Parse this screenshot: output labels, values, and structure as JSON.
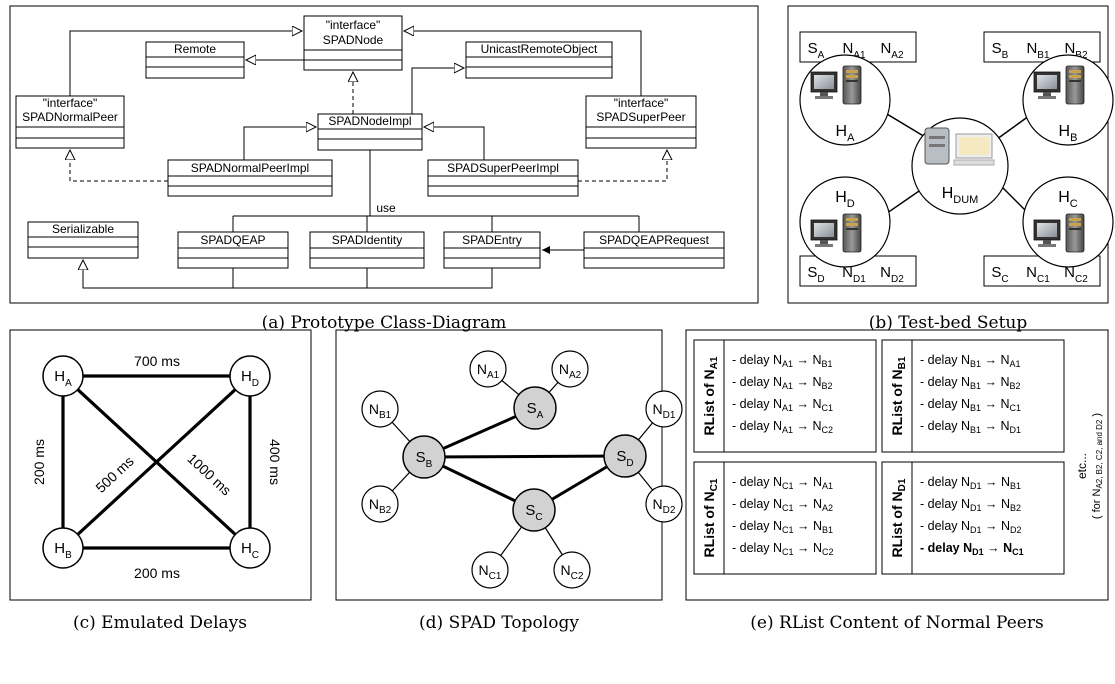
{
  "captions": {
    "a": "(a) Prototype Class-Diagram",
    "b": "(b) Test-bed Setup",
    "c": "(c) Emulated Delays",
    "d": "(d) SPAD Topology",
    "e": "(e) RList Content of Normal Peers"
  },
  "class_diagram": {
    "interface_stereo": "\"interface\"",
    "spadnode": "SPADNode",
    "remote": "Remote",
    "unicast": "UnicastRemoteObject",
    "normalpeer": "SPADNormalPeer",
    "superpeer": "SPADSuperPeer",
    "nodeimpl": "SPADNodeImpl",
    "normalpeerimpl": "SPADNormalPeerImpl",
    "superpeerimpl": "SPADSuperPeerImpl",
    "use": "use",
    "serializable": "Serializable",
    "qeap": "SPADQEAP",
    "identity": "SPADIdentity",
    "entry": "SPADEntry",
    "qeaprequest": "SPADQEAPRequest"
  },
  "testbed": {
    "hosts": [
      {
        "host": "A",
        "peers": [
          [
            "S",
            "A"
          ],
          [
            "N",
            "A1"
          ],
          [
            "N",
            "A2"
          ]
        ]
      },
      {
        "host": "B",
        "peers": [
          [
            "S",
            "B"
          ],
          [
            "N",
            "B1"
          ],
          [
            "N",
            "B2"
          ]
        ]
      },
      {
        "host": "D",
        "peers": [
          [
            "S",
            "D"
          ],
          [
            "N",
            "D1"
          ],
          [
            "N",
            "D2"
          ]
        ]
      },
      {
        "host": "C",
        "peers": [
          [
            "S",
            "C"
          ],
          [
            "N",
            "C1"
          ],
          [
            "N",
            "C2"
          ]
        ]
      }
    ],
    "center": "DUM",
    "h": "H"
  },
  "delays": {
    "nodes": [
      "A",
      "D",
      "B",
      "C"
    ],
    "edges": [
      {
        "from": "A",
        "to": "D",
        "label": "700 ms"
      },
      {
        "from": "A",
        "to": "B",
        "label": "200 ms"
      },
      {
        "from": "D",
        "to": "C",
        "label": "400 ms"
      },
      {
        "from": "B",
        "to": "C",
        "label": "200 ms"
      },
      {
        "from": "B",
        "to": "D",
        "label": "500 ms"
      },
      {
        "from": "A",
        "to": "C",
        "label": "1000 ms"
      }
    ]
  },
  "topology": {
    "super": [
      "A",
      "B",
      "C",
      "D"
    ],
    "normal": [
      "A1",
      "A2",
      "B1",
      "B2",
      "C1",
      "C2",
      "D1",
      "D2"
    ]
  },
  "rlist": {
    "prefix": "RList of N",
    "delay": "- delay N",
    "arrow": "→",
    "N": "N",
    "etc": "etc...",
    "etc_note_pre": "( for N",
    "etc_note_sub": "A2, B2, C2, and D2",
    "etc_note_post": " )",
    "boxes": [
      {
        "owner": "A1",
        "rows": [
          [
            "A1",
            "B1"
          ],
          [
            "A1",
            "B2"
          ],
          [
            "A1",
            "C1"
          ],
          [
            "A1",
            "C2"
          ]
        ]
      },
      {
        "owner": "B1",
        "rows": [
          [
            "B1",
            "A1"
          ],
          [
            "B1",
            "B2"
          ],
          [
            "B1",
            "C1"
          ],
          [
            "B1",
            "D1"
          ]
        ]
      },
      {
        "owner": "C1",
        "rows": [
          [
            "C1",
            "A1"
          ],
          [
            "C1",
            "A2"
          ],
          [
            "C1",
            "B1"
          ],
          [
            "C1",
            "C2"
          ]
        ]
      },
      {
        "owner": "D1",
        "rows": [
          [
            "D1",
            "B1"
          ],
          [
            "D1",
            "B2"
          ],
          [
            "D1",
            "D2"
          ],
          [
            "D1",
            "C1"
          ]
        ],
        "bold_last": true
      }
    ]
  }
}
